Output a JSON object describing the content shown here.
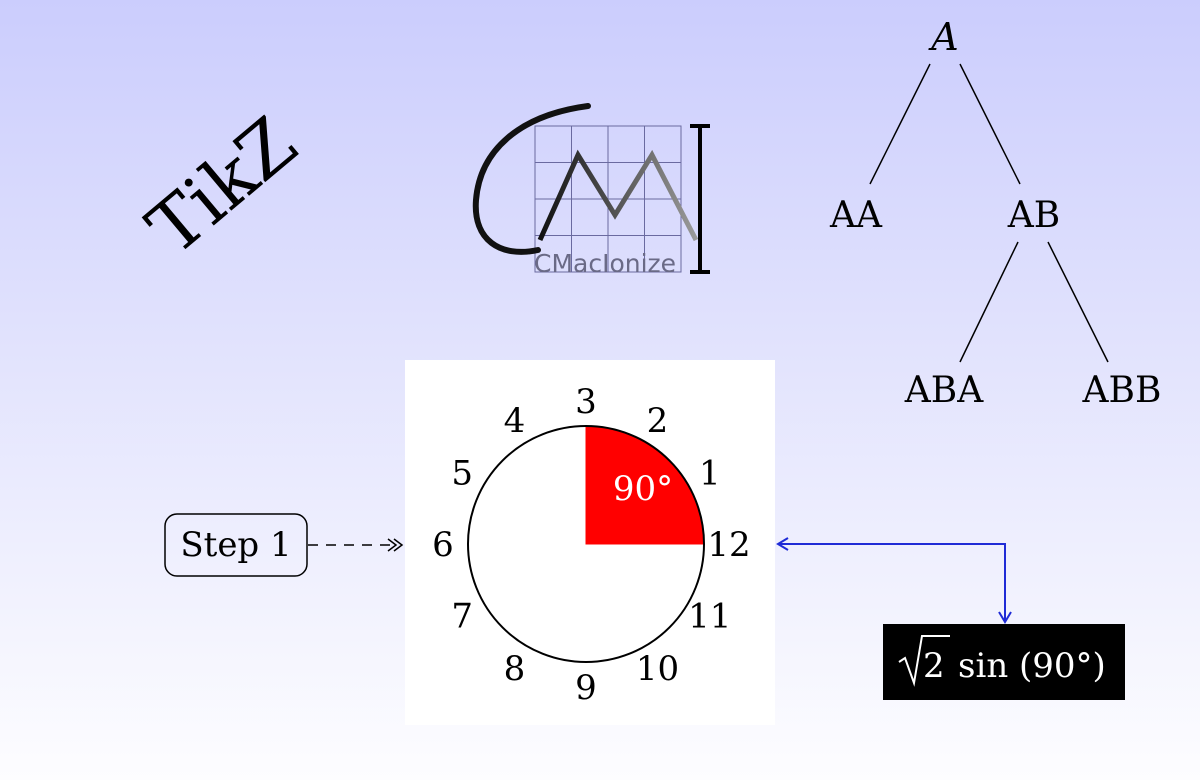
{
  "logo": {
    "text": "TikZ"
  },
  "cmac_logo": {
    "caption": "CMacIonize"
  },
  "tree": {
    "root": "A",
    "level1": [
      "AA",
      "AB"
    ],
    "level2": [
      "ABA",
      "ABB"
    ]
  },
  "clock": {
    "labels": [
      "12",
      "1",
      "2",
      "3",
      "4",
      "5",
      "6",
      "7",
      "8",
      "9",
      "10",
      "11"
    ],
    "sector_label": "90°",
    "sector_degrees": 90,
    "sector_color": "#ff0000"
  },
  "step_box": {
    "label": "Step 1"
  },
  "formula": {
    "sqrt_arg": "2",
    "rest": "sin (90°)"
  },
  "colors": {
    "connector": "#1f2bd6",
    "formula_bg": "#000000",
    "formula_text": "#ffffff"
  }
}
